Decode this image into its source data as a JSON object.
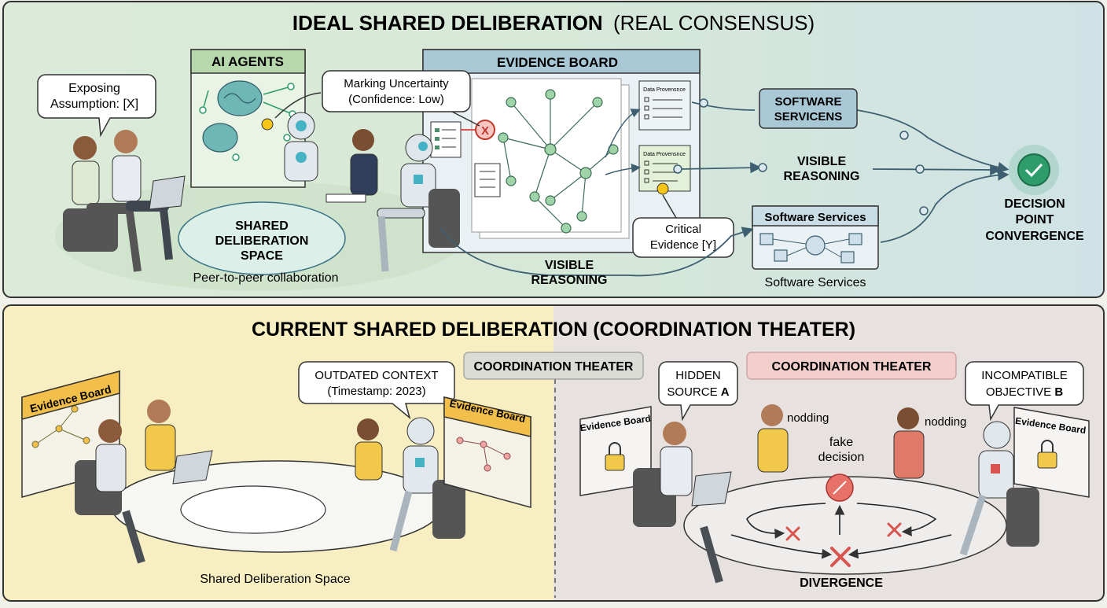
{
  "top": {
    "title_bold": "IDEAL SHARED DELIBERATION",
    "title_light": "(REAL CONSENSUS)",
    "ai_agents_label": "AI AGENTS",
    "evidence_board_label": "EVIDENCE BOARD",
    "bubble_assumption": [
      "Exposing",
      "Assumption: [X]"
    ],
    "bubble_uncertainty": [
      "Marking Uncertainty",
      "(Confidence: Low)"
    ],
    "bubble_critical": [
      "Critical",
      "Evidence [Y]"
    ],
    "data_provenance_1": "Data Provensnce",
    "data_provenance_2": "Data Provensnce",
    "x_marker": "X",
    "shared_space": [
      "SHARED",
      "DELIBERATION",
      "SPACE"
    ],
    "peer_caption": "Peer-to-peer collaboration",
    "visible_reasoning_lower": [
      "VISIBLE",
      "REASONING"
    ],
    "visible_reasoning_upper": [
      "VISIBLE",
      "REASONING"
    ],
    "software_servicens": [
      "SOFTWARE",
      "SERVICENS"
    ],
    "software_services_title": "Software Services",
    "software_services_caption": "Software Services",
    "decision_point": [
      "DECISION",
      "POINT",
      "CONVERGENCE"
    ]
  },
  "bottom": {
    "title": "CURRENT SHARED DELIBERATION (COORDINATION THEATER)",
    "evidence_board_left": "Evidence Board",
    "evidence_board_mid": "Evidence Board",
    "bubble_outdated": [
      "OUTDATED CONTEXT",
      "(Timestamp: 2023)"
    ],
    "coord_theater_grey": "COORDINATION THEATER",
    "shared_space_caption": "Shared Deliberation Space",
    "coord_theater_pink": "COORDINATION THEATER",
    "bubble_hidden_text": [
      "HIDDEN",
      "SOURCE "
    ],
    "bubble_hidden_letter": "A",
    "bubble_incompatible_text": [
      "INCOMPATIBLE",
      "OBJECTIVE "
    ],
    "bubble_incompatible_letter": "B",
    "evidence_board_locked_left": "Evidence Board",
    "evidence_board_locked_right": "Evidence Board",
    "nodding_1": "nodding",
    "nodding_2": "nodding",
    "fake_decision": [
      "fake",
      "decision"
    ],
    "divergence": "DIVERGENCE"
  },
  "colors": {
    "top_bg_left": "#dcebd9",
    "top_bg_right": "#cfe3e6",
    "bottom_bg_left": "#f7efc2",
    "bottom_bg_right": "#e7e2e0",
    "accent_teal": "#3d7486",
    "accent_green": "#2e9d6b",
    "accent_red": "#d9534f",
    "coord_grey": "#dcdcd6",
    "coord_pink": "#f2cfcb"
  },
  "icons": [
    "check-icon",
    "cross-icon",
    "lock-icon",
    "brain-icon",
    "robot-icon",
    "person-icon",
    "laptop-icon",
    "document-icon",
    "gear-icon"
  ]
}
